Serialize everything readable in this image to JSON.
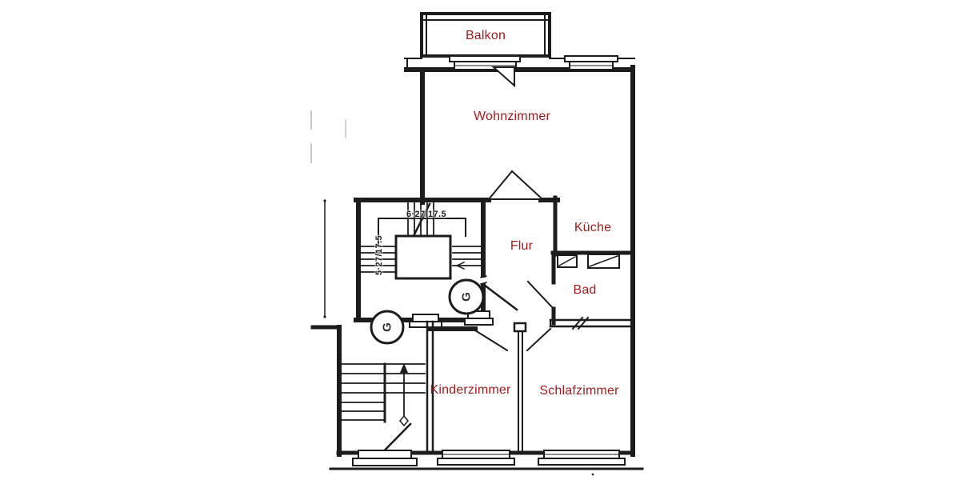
{
  "figure": {
    "type": "apartment-floor-plan",
    "language": "de"
  },
  "rooms": [
    {
      "id": "balkon",
      "label": "Balkon"
    },
    {
      "id": "wohnzimmer",
      "label": "Wohnzimmer"
    },
    {
      "id": "kueche",
      "label": "Küche"
    },
    {
      "id": "flur",
      "label": "Flur"
    },
    {
      "id": "bad",
      "label": "Bad"
    },
    {
      "id": "kinderzimmer",
      "label": "Kinderzimmer"
    },
    {
      "id": "schlafzimmer",
      "label": "Schlafzimmer"
    }
  ],
  "annotations": {
    "stair_dim_horizontal": "6·27/17.5",
    "stair_dim_vertical": "5·27/17.5",
    "meter_symbol": "G"
  },
  "colors": {
    "room_label": "#9b1b1e",
    "line": "#1c1c1c",
    "paper": "#ffffff"
  }
}
